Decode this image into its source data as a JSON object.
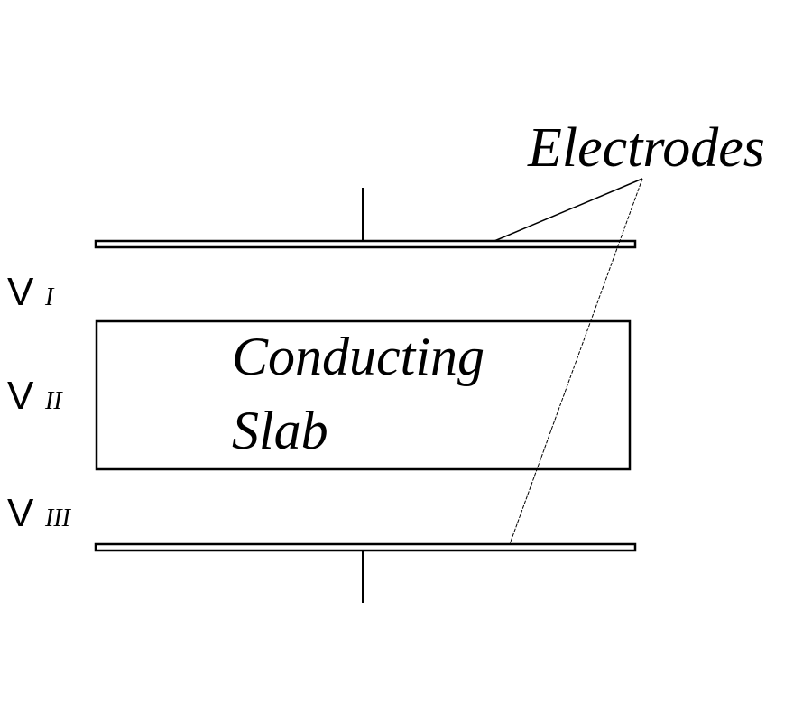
{
  "diagram": {
    "electrodes_label": "Electrodes",
    "slab_label_line1": "Conducting",
    "slab_label_line2": "Slab",
    "regions": [
      {
        "symbol": "V",
        "subscript": "I"
      },
      {
        "symbol": "V",
        "subscript": "II"
      },
      {
        "symbol": "V",
        "subscript": "III"
      }
    ],
    "colors": {
      "stroke": "#000000",
      "background": "#ffffff"
    }
  }
}
